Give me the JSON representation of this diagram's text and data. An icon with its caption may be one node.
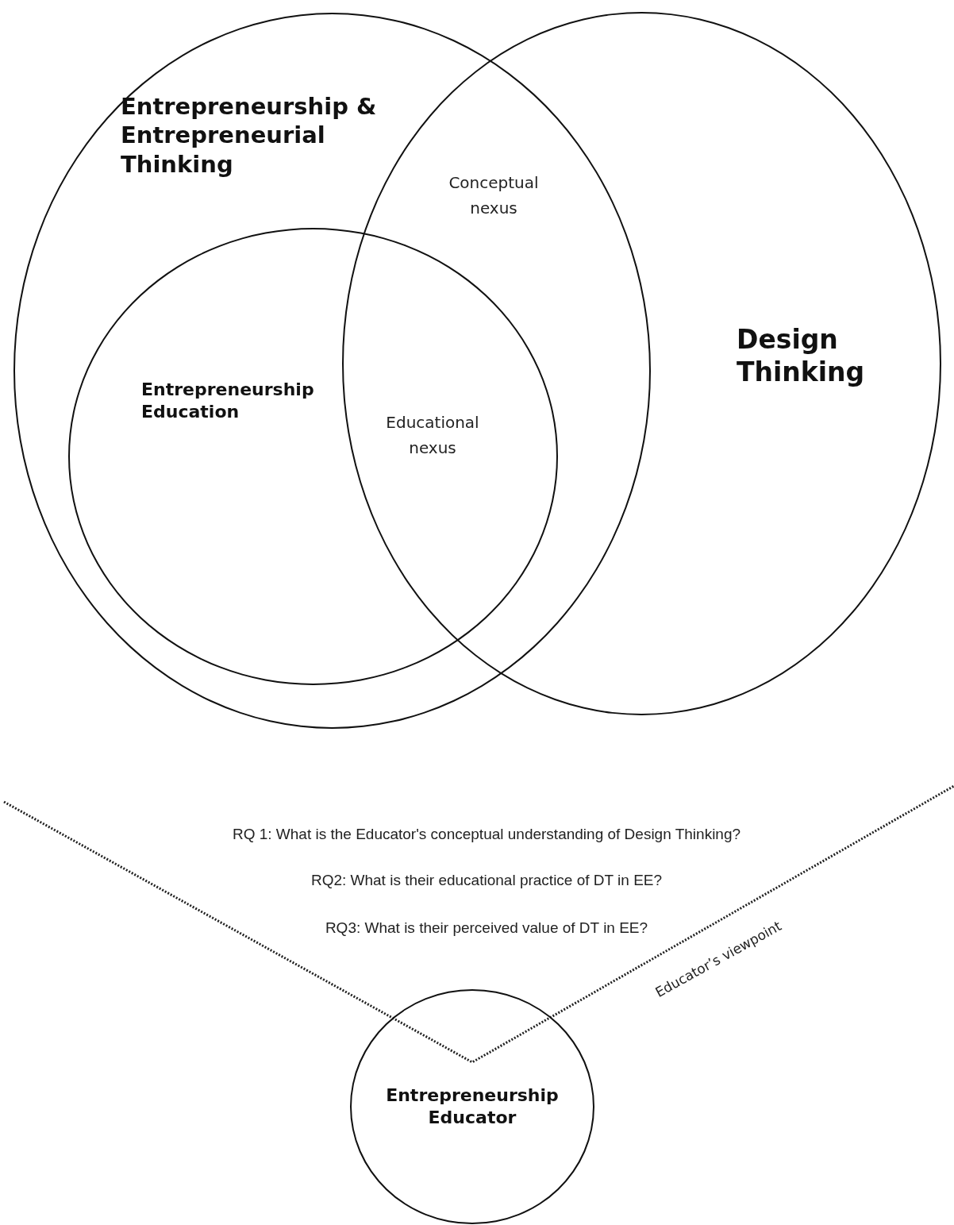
{
  "diagram": {
    "nodes": [
      {
        "text": [
          "Entrepreneurship & Entrepreneurial Thinking"
        ]
      },
      {
        "text": [
          "Entrepreneurship Education"
        ],
        "in": 0
      },
      {
        "text": [
          "Design Thinking"
        ]
      },
      {
        "text": [
          "Entrepreneurship Educator"
        ]
      }
    ],
    "labels": [
      "Conceptual nexus",
      "Educational nexus",
      "RQ 1: What is the Educator's conceptual understanding of Design Thinking?",
      "RQ2: What is their educational practice of DT in EE?",
      "RQ3: What is their perceived value of DT in EE?",
      "Educator’s viewpoint"
    ]
  }
}
